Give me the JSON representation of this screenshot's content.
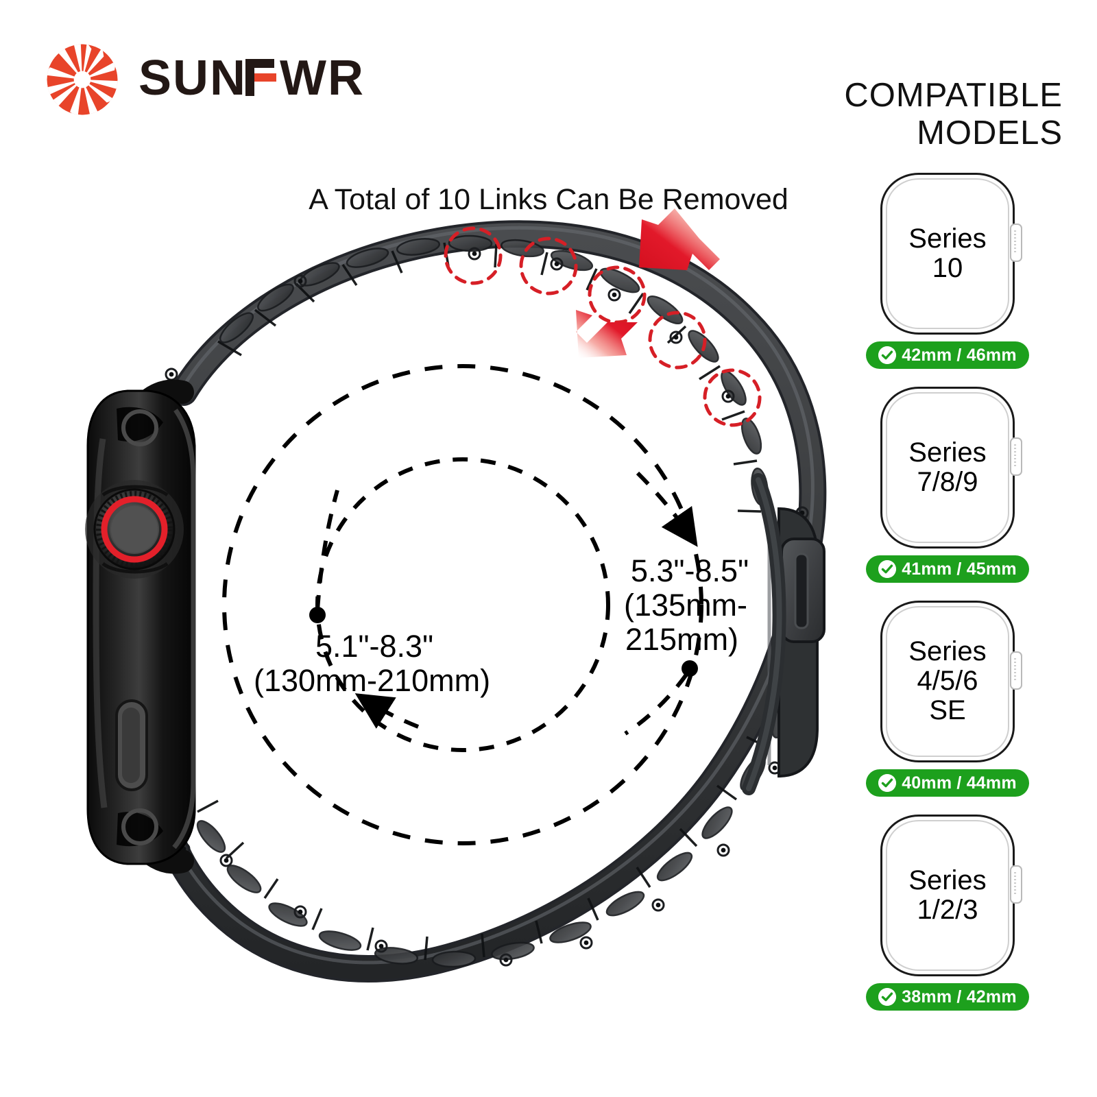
{
  "brand": {
    "name": "SUNFWR",
    "logo_icon": "sunburst-aperture-icon",
    "logo_color": "#E8442A",
    "wordmark_color": "#231815",
    "accent_letter": "F",
    "accent_letter_color": "#E8442A"
  },
  "compatible": {
    "title_line1": "COMPATIBLE",
    "title_line2": "MODELS",
    "models": [
      {
        "name_line1": "Series",
        "name_line2": "10",
        "name_line3": "",
        "sizes": "42mm / 46mm",
        "badge_color": "#1DA01D",
        "badge_icon": "check-circle-icon"
      },
      {
        "name_line1": "Series",
        "name_line2": "7/8/9",
        "name_line3": "",
        "sizes": "41mm / 45mm",
        "badge_color": "#1DA01D",
        "badge_icon": "check-circle-icon"
      },
      {
        "name_line1": "Series",
        "name_line2": "4/5/6",
        "name_line3": "SE",
        "sizes": "40mm / 44mm",
        "badge_color": "#1DA01D",
        "badge_icon": "check-circle-icon"
      },
      {
        "name_line1": "Series",
        "name_line2": "1/2/3",
        "name_line3": "",
        "sizes": "38mm / 42mm",
        "badge_color": "#1DA01D",
        "badge_icon": "check-circle-icon"
      }
    ]
  },
  "diagram": {
    "heading": "A Total of 10 Links Can Be Removed",
    "inner_measure_line1": "5.1\"-8.3\"",
    "inner_measure_line2": "(130mm-210mm)",
    "outer_measure_line1": "5.3\"-8.5\"",
    "outer_measure_line2": "(135mm-",
    "outer_measure_line3": "215mm)",
    "highlight_color": "#D61F26",
    "arrow_color": "#E2192A",
    "band_color": "#3a3c3e",
    "case_color": "#121212",
    "crown_ring_color": "#E3202A",
    "removable_link_markers": 5,
    "pointer_arrows": 2,
    "dashed_circle_color": "#000000"
  }
}
